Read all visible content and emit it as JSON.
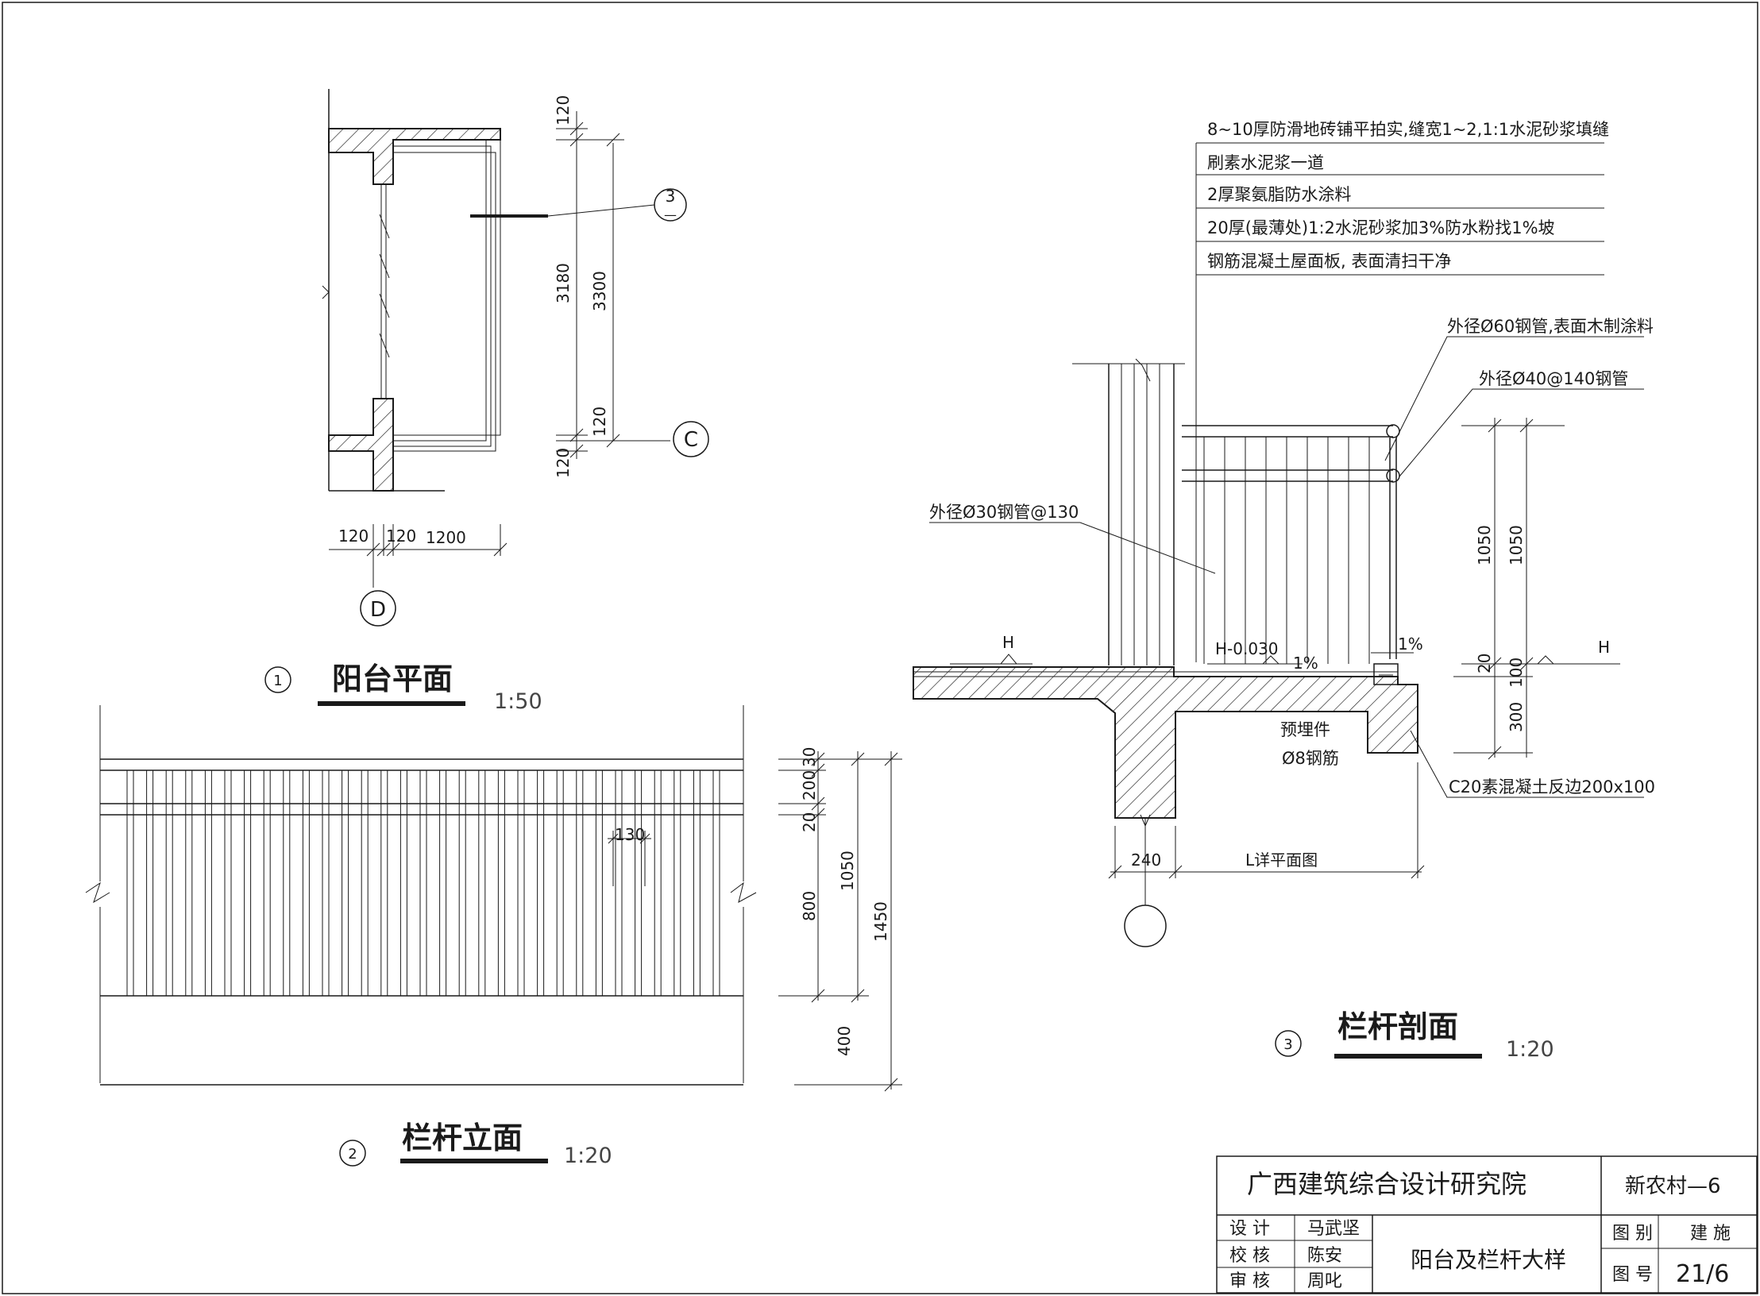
{
  "plan": {
    "title": "阳台平面",
    "index": "1",
    "scale": "1:50",
    "dims_v": [
      "120",
      "3180",
      "3300",
      "120",
      "120"
    ],
    "dims_h": [
      "120",
      "120",
      "1200"
    ],
    "axis_c": "C",
    "axis_d": "D",
    "section_mark": "3",
    "section_sub": "—"
  },
  "elevation": {
    "title": "栏杆立面",
    "index": "2",
    "scale": "1:20",
    "spacing": "130",
    "dims": [
      "30",
      "200",
      "20",
      "800",
      "1050",
      "400",
      "1450"
    ]
  },
  "section": {
    "title": "栏杆剖面",
    "index": "3",
    "scale": "1:20",
    "layers": [
      "8~10厚防滑地砖铺平拍实,缝宽1~2,1:1水泥砂浆填缝",
      "刷素水泥浆一道",
      "2厚聚氨脂防水涂料",
      "20厚(最薄处)1:2水泥砂浆加3%防水粉找1%坡",
      "钢筋混凝土屋面板, 表面清扫干净"
    ],
    "labels": {
      "pipe60": "外径Ø60钢管,表面木制涂料",
      "pipe40": "外径Ø40@140钢管",
      "pipe30": "外径Ø30钢管@130",
      "embed": "预埋件",
      "rebar": "Ø8钢筋",
      "curb": "C20素混凝土反边200x100",
      "level_h": "H",
      "level_h2": "H",
      "level_sub": "H-0.030",
      "slope1": "1%",
      "slope2": "1%",
      "dim_240": "240",
      "dim_l": "L详平面图",
      "dims_v": [
        "1050",
        "1050",
        "20",
        "100",
        "300"
      ]
    }
  },
  "titleblock": {
    "institute": "广西建筑综合设计研究院",
    "project": "新农村—6",
    "roles": [
      {
        "role": "设  计",
        "name": "马武坚"
      },
      {
        "role": "校  核",
        "name": "陈安"
      },
      {
        "role": "审  核",
        "name": "周叱"
      }
    ],
    "drawing_name": "阳台及栏杆大样",
    "category_label": "图  别",
    "category": "建  施",
    "number_label": "图  号",
    "number": "21/6"
  }
}
